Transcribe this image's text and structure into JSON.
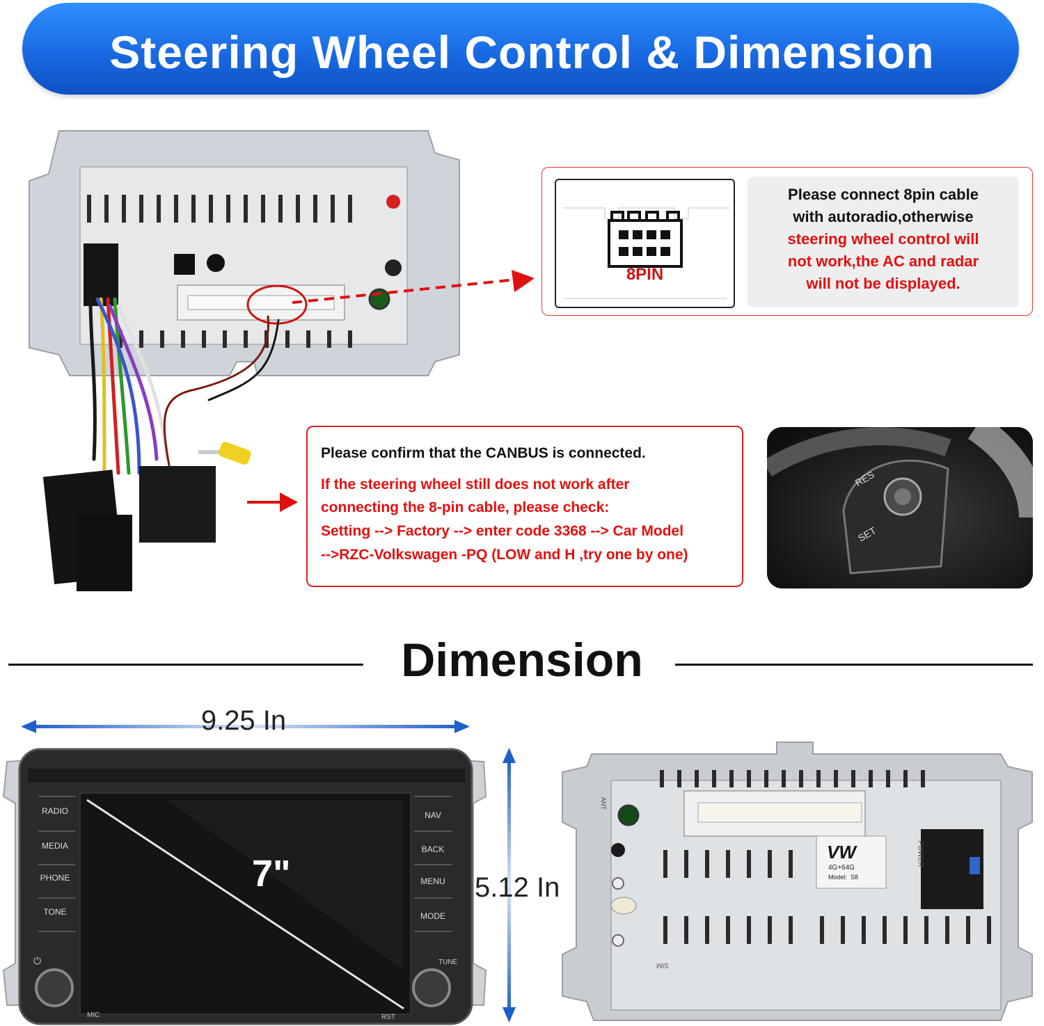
{
  "banner": {
    "title": "Steering Wheel Control & Dimension"
  },
  "connector_callout": {
    "pin_label": "8PIN",
    "note_lines_black": [
      "Please connect 8pin cable",
      "with autoradio,otherwise"
    ],
    "note_lines_red": [
      "steering wheel control will",
      "not work,the AC and radar",
      "will not be displayed."
    ]
  },
  "canbus_callout": {
    "line1": "Please confirm that the CANBUS is connected.",
    "lines_red": [
      "If the steering wheel still does not work after",
      "connecting the 8-pin cable, please check:",
      "Setting --> Factory --> enter code 3368 --> Car Model",
      "-->RZC-Volkswagen -PQ (LOW and H ,try one by one)"
    ]
  },
  "dimension": {
    "title": "Dimension",
    "width_label": "9.25 In",
    "height_label": "5.12 In",
    "screen_size": "7\""
  },
  "front_panel": {
    "left_buttons": [
      "RADIO",
      "MEDIA",
      "PHONE",
      "TONE"
    ],
    "right_buttons": [
      "NAV",
      "BACK",
      "MENU",
      "MODE"
    ],
    "tune_label": "TUNE",
    "mic_label": "MIC",
    "rst_label": "RST"
  },
  "rear_panel": {
    "brand": "VW",
    "storage": "4G+64G",
    "model": "Model:  S8",
    "power_label": "POWER",
    "ant_label": "ANT",
    "sim_label": "SIM"
  },
  "wheel_photo": {
    "res_label": "RES",
    "set_label": "SET"
  },
  "colors": {
    "banner": "#1767e0",
    "red": "#e31010",
    "dim_arrow": "#1f5fc9"
  }
}
